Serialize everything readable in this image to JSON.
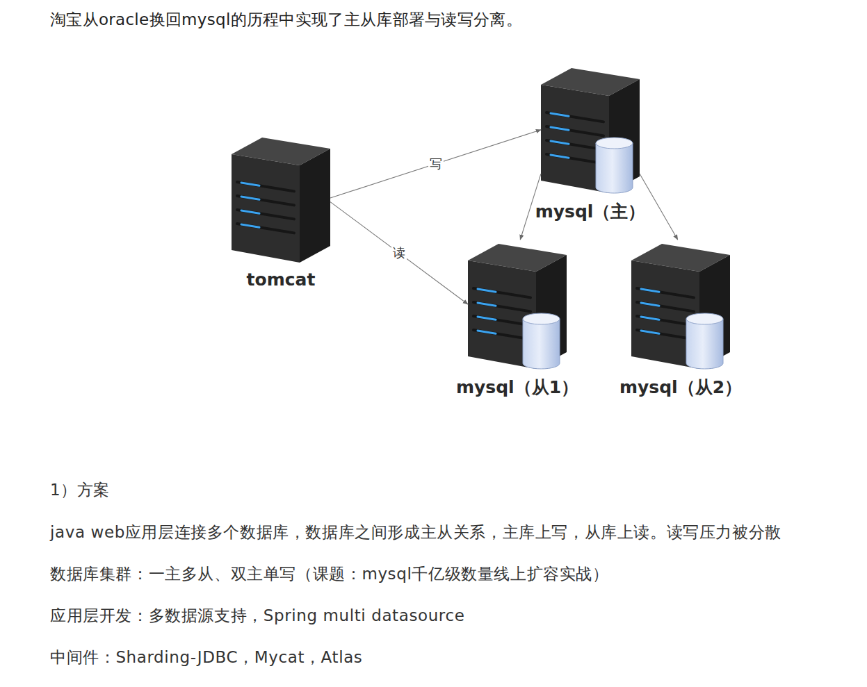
{
  "diagram": {
    "title": "淘宝从oracle换回mysql的历程中实现了主从库部署与读写分离。",
    "nodes": [
      {
        "text": [
          "tomcat"
        ]
      },
      {
        "text": [
          "mysql（主）"
        ]
      },
      {
        "text": [
          "mysql（从1）"
        ]
      },
      {
        "text": [
          "mysql（从2）"
        ]
      }
    ],
    "edges": [
      {
        "from": 0,
        "to": 1,
        "label": "写",
        "arrow": "to"
      },
      {
        "from": 0,
        "to": 2,
        "label": "读",
        "arrow": "to"
      },
      {
        "from": 1,
        "to": 2,
        "arrow": "to"
      },
      {
        "from": 1,
        "to": 3,
        "arrow": "to"
      }
    ],
    "labels": [
      "1）方案",
      "java web应用层连接多个数据库，数据库之间形成主从关系，主库上写，从库上读。读写压力被分散",
      "数据库集群：一主多从、双主单写（课题：mysql千亿级数量线上扩容实战）",
      "应用层开发：多数据源支持，Spring multi datasource",
      "中间件：Sharding-JDBC，Mycat，Atlas"
    ]
  }
}
